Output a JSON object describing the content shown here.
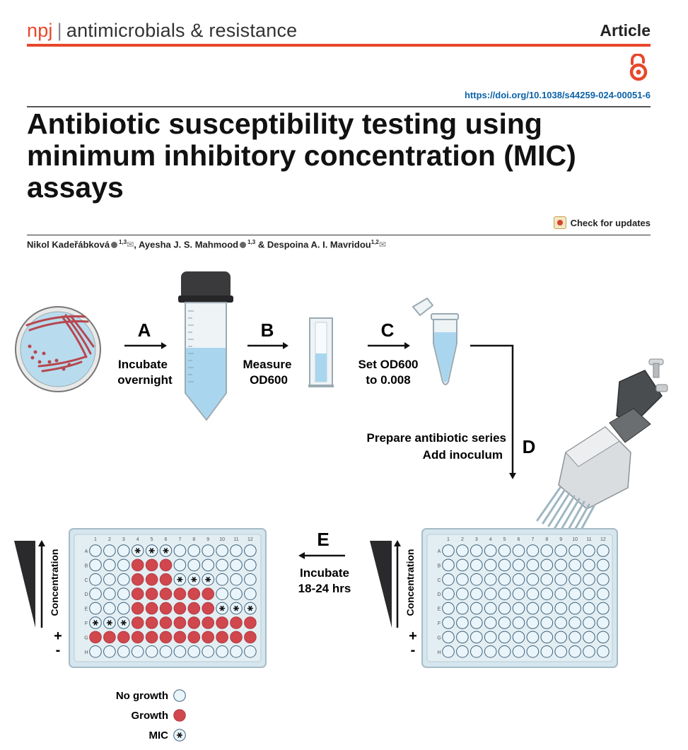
{
  "header": {
    "journal_prefix": "npj",
    "journal_separator": "|",
    "journal_name": "antimicrobials & resistance",
    "article_type": "Article",
    "doi": "https://doi.org/10.1038/s44259-024-00051-6",
    "accent_color": "#e8472b"
  },
  "paper": {
    "title": "Antibiotic susceptibility testing using minimum inhibitory concentration (MIC) assays",
    "check_updates": "Check for updates",
    "authors": [
      {
        "name": "Nikol Kadeřábková",
        "affil": "1,3"
      },
      {
        "name": "Ayesha J. S. Mahmood",
        "affil": "1,3"
      },
      {
        "name": "Despoina A. I. Mavridou",
        "affil": "1,2"
      }
    ],
    "author_sep": ", ",
    "author_and": " & "
  },
  "figure": {
    "steps": [
      {
        "letter": "A",
        "text": [
          "Incubate",
          "overnight"
        ]
      },
      {
        "letter": "B",
        "text": [
          "Measure",
          "OD600"
        ]
      },
      {
        "letter": "C",
        "text": [
          "Set OD600",
          "to 0.008"
        ]
      },
      {
        "letter": "D",
        "text": [
          "Prepare antibiotic series",
          "Add inoculum"
        ]
      },
      {
        "letter": "E",
        "text": [
          "Incubate",
          "18-24 hrs"
        ]
      }
    ],
    "concentration_label": "Concentration",
    "plus": "+",
    "minus": "-",
    "plate_rows": [
      "A",
      "B",
      "C",
      "D",
      "E",
      "F",
      "G",
      "H"
    ],
    "plate_cols": [
      "1",
      "2",
      "3",
      "4",
      "5",
      "6",
      "7",
      "8",
      "9",
      "10",
      "11",
      "12"
    ],
    "left_plate": {
      "growth": [
        "B4",
        "B5",
        "B6",
        "C4",
        "C5",
        "C6",
        "D4",
        "D5",
        "D6",
        "D7",
        "D8",
        "D9",
        "E4",
        "E5",
        "E6",
        "E7",
        "E8",
        "E9",
        "F4",
        "F5",
        "F6",
        "F7",
        "F8",
        "F9",
        "F10",
        "F11",
        "F12",
        "G1",
        "G2",
        "G3",
        "G4",
        "G5",
        "G6",
        "G7",
        "G8",
        "G9",
        "G10",
        "G11",
        "G12"
      ],
      "mic": [
        "A4",
        "A5",
        "A6",
        "C7",
        "C8",
        "C9",
        "E10",
        "E11",
        "E12",
        "F1",
        "F2",
        "F3"
      ]
    },
    "legend": [
      {
        "label": "No growth",
        "kind": "none"
      },
      {
        "label": "Growth",
        "kind": "growth"
      },
      {
        "label": "MIC",
        "kind": "mic"
      }
    ],
    "colors": {
      "growth": "#d0474d",
      "well": "#e9f5fb",
      "plate": "#d6e6ee",
      "culture": "#a9d6ee"
    }
  }
}
